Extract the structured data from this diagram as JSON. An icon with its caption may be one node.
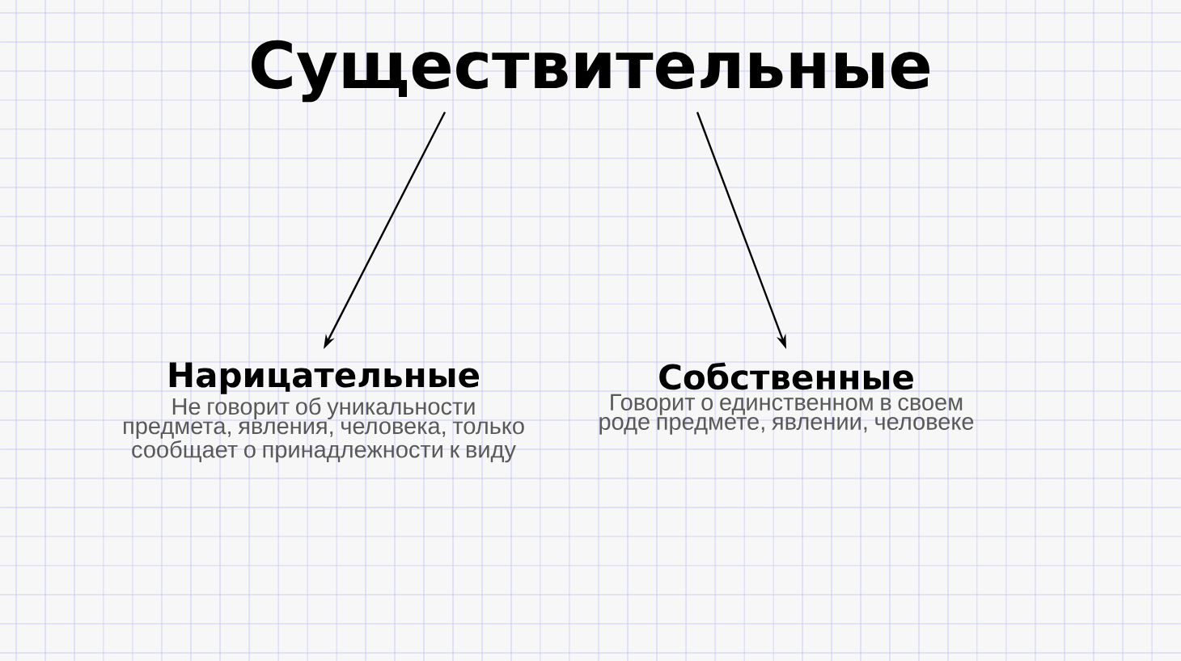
{
  "diagram": {
    "nodes": [
      {
        "text": [
          "Существительные"
        ]
      },
      {
        "text": [
          "Нарицательные",
          "Не говорит об уникальности предмета, явления, человека, только сообщает о принадлежности к виду"
        ]
      },
      {
        "text": [
          "Собственные",
          "Говорит о единственном в своем роде предмете, явлении, человеке"
        ]
      }
    ],
    "edges": [
      {
        "from": 0,
        "to": 1,
        "arrow": "to"
      },
      {
        "from": 0,
        "to": 2,
        "arrow": "to"
      }
    ]
  }
}
